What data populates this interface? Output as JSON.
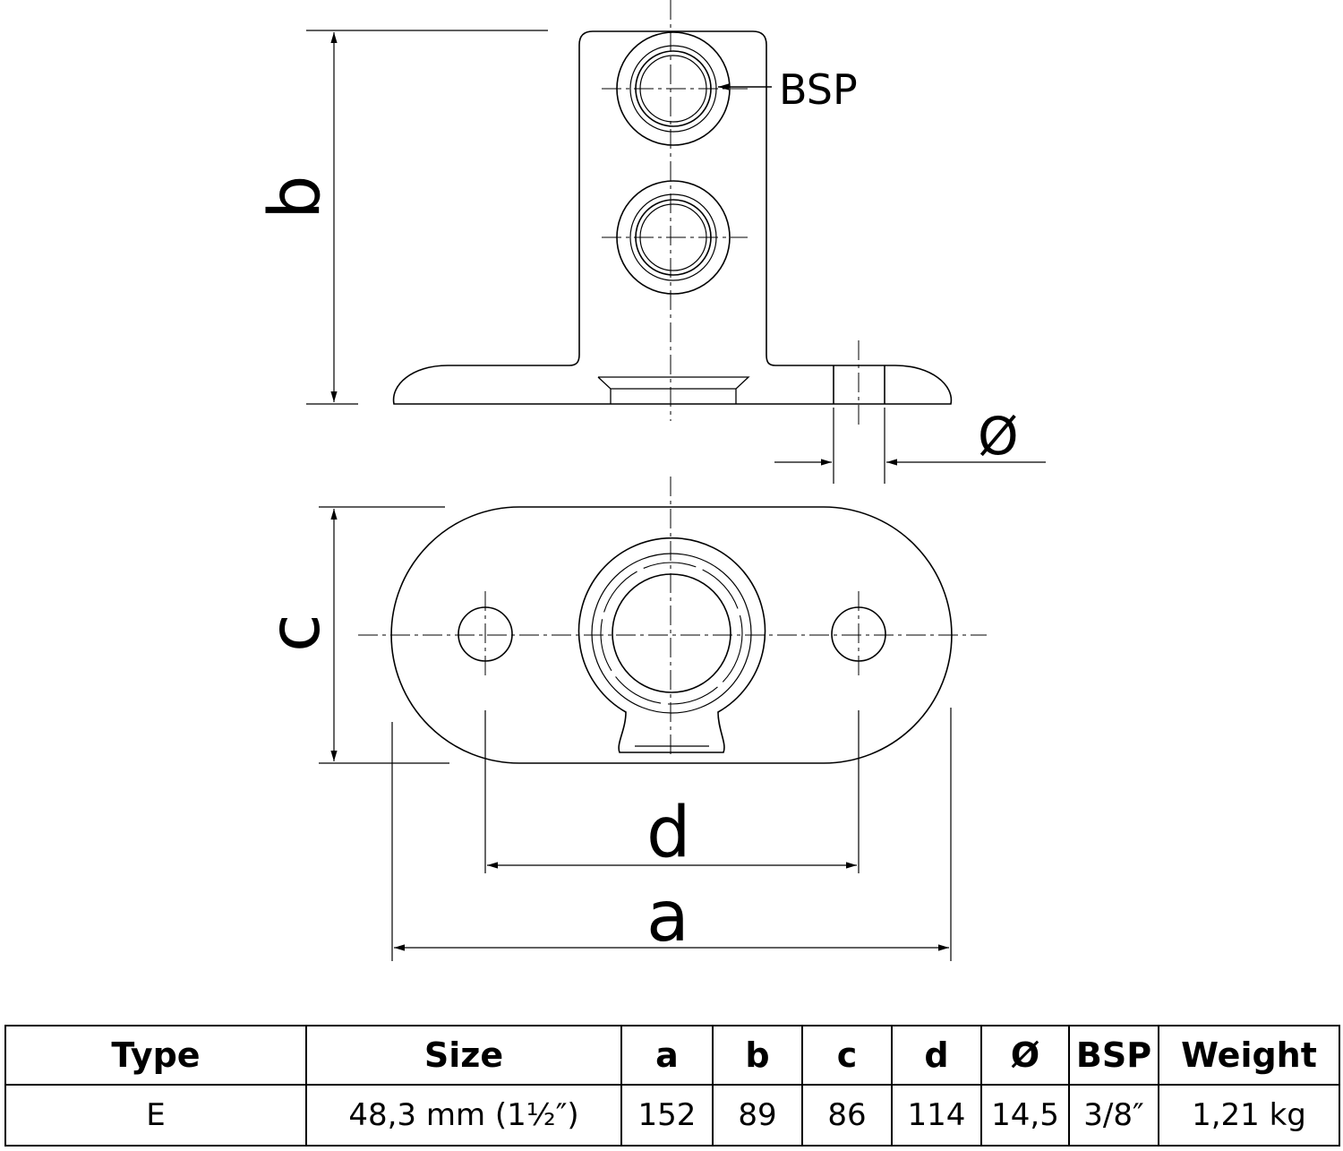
{
  "labels": {
    "bsp": "BSP",
    "b": "b",
    "c": "c",
    "d": "d",
    "a": "a",
    "diameter": "Ø"
  },
  "table": {
    "headers": [
      "Type",
      "Size",
      "a",
      "b",
      "c",
      "d",
      "Ø",
      "BSP",
      "Weight"
    ],
    "row": [
      "E",
      "48,3 mm (1½″)",
      "152",
      "89",
      "86",
      "114",
      "14,5",
      "3/8″",
      "1,21 kg"
    ]
  },
  "colors": {
    "line": "#000000",
    "background": "#ffffff"
  }
}
